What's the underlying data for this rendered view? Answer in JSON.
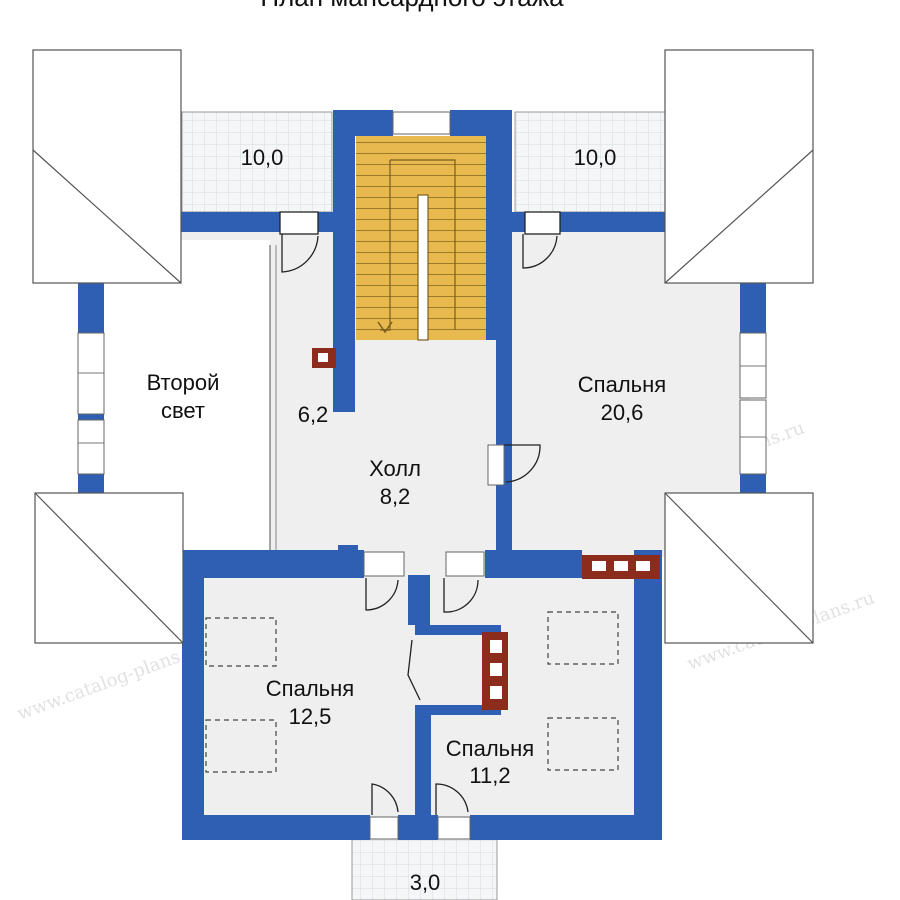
{
  "title": "План мансардного этажа",
  "watermark": "www.catalog-plans.ru",
  "rooms": {
    "balcony_left": {
      "area": "10,0"
    },
    "balcony_right": {
      "area": "10,0"
    },
    "second_light": {
      "name_line1": "Второй",
      "name_line2": "свет"
    },
    "corridor": {
      "area": "6,2"
    },
    "hall": {
      "name": "Холл",
      "area": "8,2"
    },
    "bedroom_right": {
      "name": "Спальня",
      "area": "20,6"
    },
    "bedroom_left": {
      "name": "Спальня",
      "area": "12,5"
    },
    "bedroom_small": {
      "name": "Спальня",
      "area": "11,2"
    },
    "balcony_bottom": {
      "area": "3,0"
    }
  },
  "colors": {
    "wall": "#2f5fb3",
    "floor": "#efefef",
    "stairs": "#e7b94e",
    "chimney": "#8b2c1c",
    "roof": "#ffffff"
  }
}
